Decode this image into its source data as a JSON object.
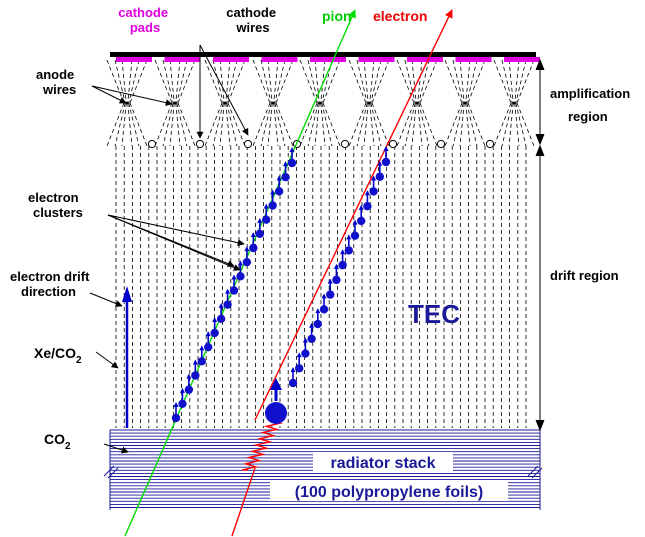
{
  "labels": {
    "cathode_pads": "cathode pads",
    "cathode_wires": "cathode wires",
    "pion": "pion",
    "electron": "electron",
    "anode_wires": "anode wires",
    "amplification_region": "amplification region",
    "electron_clusters": "electron clusters",
    "electron_drift_direction": "electron drift direction",
    "drift_region": "drift region",
    "tec": "TEC",
    "xe_co2": "Xe/CO",
    "xe_co2_sub": "2",
    "co2": "CO",
    "co2_sub": "2",
    "radiator_stack": "radiator stack",
    "foils": "(100 polypropylene foils)"
  },
  "colors": {
    "pads": "#e000e0",
    "pion": "#00dd00",
    "electron": "#ff0000",
    "tec": "#1a1a99",
    "cluster": "#1010cc",
    "arrow": "#0000cc"
  }
}
